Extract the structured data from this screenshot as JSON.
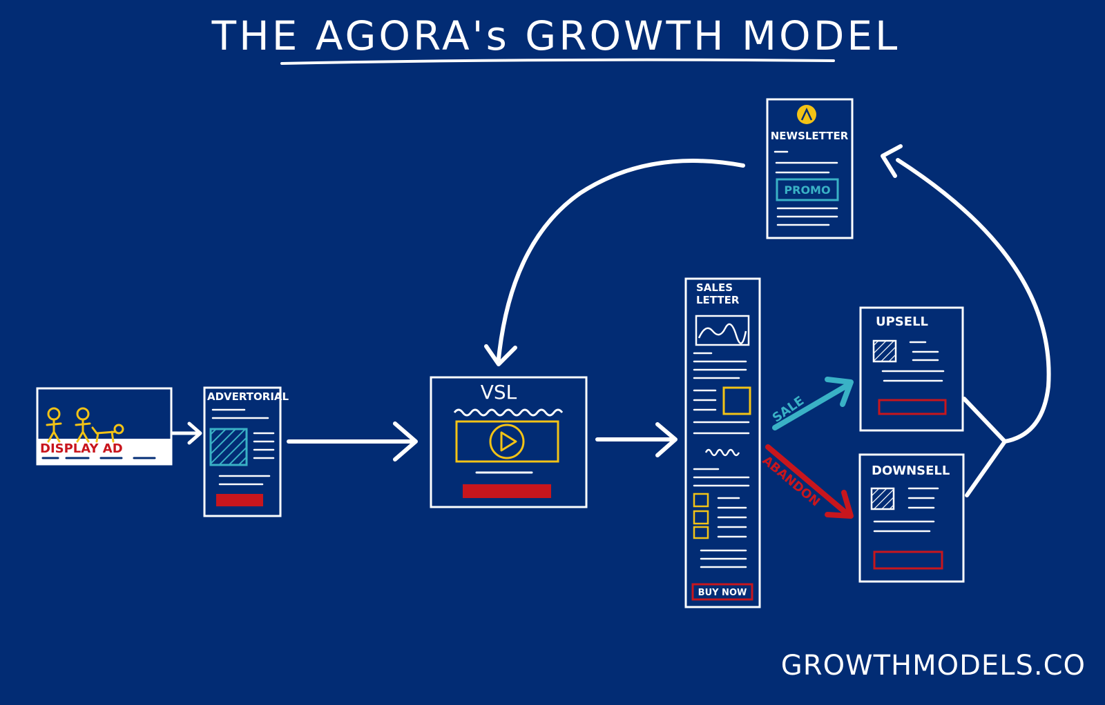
{
  "title": "THE AGORA's GROWTH MODEL",
  "footer": "GROWTHMODELS.CO",
  "nodes": {
    "display_ad": "DISPLAY AD",
    "advertorial": "ADVERTORIAL",
    "vsl": "VSL",
    "sales_letter_line1": "SALES",
    "sales_letter_line2": "LETTER",
    "buy_now": "BUY NOW",
    "upsell": "UPSELL",
    "downsell": "DOWNSELL",
    "newsletter": "NEWSLETTER",
    "promo": "PROMO"
  },
  "edges": {
    "sale": "SALE",
    "abandon": "ABANDON"
  },
  "colors": {
    "background": "#022c74",
    "white": "#ffffff",
    "yellow": "#f3c316",
    "red": "#c8161d",
    "teal": "#3ab2c6"
  }
}
